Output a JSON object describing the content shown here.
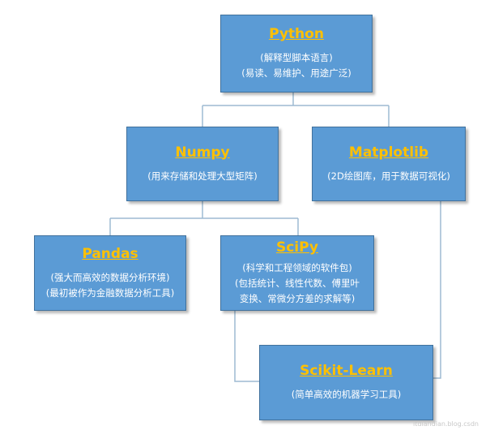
{
  "nodes": {
    "python": {
      "title": "Python",
      "lines": [
        "(解释型脚本语言)",
        "(易读、易维护、用途广泛)"
      ]
    },
    "numpy": {
      "title": "Numpy",
      "lines": [
        "(用来存储和处理大型矩阵)"
      ]
    },
    "matplotlib": {
      "title": "Matplotlib",
      "lines": [
        "(2D绘图库，用于数据可视化)"
      ]
    },
    "pandas": {
      "title": "Pandas",
      "lines": [
        "(强大而高效的数据分析环境)",
        "(最初被作为金融数据分析工具)"
      ]
    },
    "scipy": {
      "title": "SciPy",
      "lines": [
        "(科学和工程领域的软件包)",
        "(包括统计、线性代数、傅里叶",
        "变换、常微分方差的求解等)"
      ]
    },
    "sklearn": {
      "title": "Scikit-Learn",
      "lines": [
        "(简单高效的机器学习工具)"
      ]
    }
  },
  "colors": {
    "box_fill": "#5b9bd5",
    "box_border": "#41719c",
    "title": "#ffc000",
    "text": "#ffffff",
    "connector": "#9dbad2"
  },
  "watermark": "itdiandian.blog.csdn"
}
